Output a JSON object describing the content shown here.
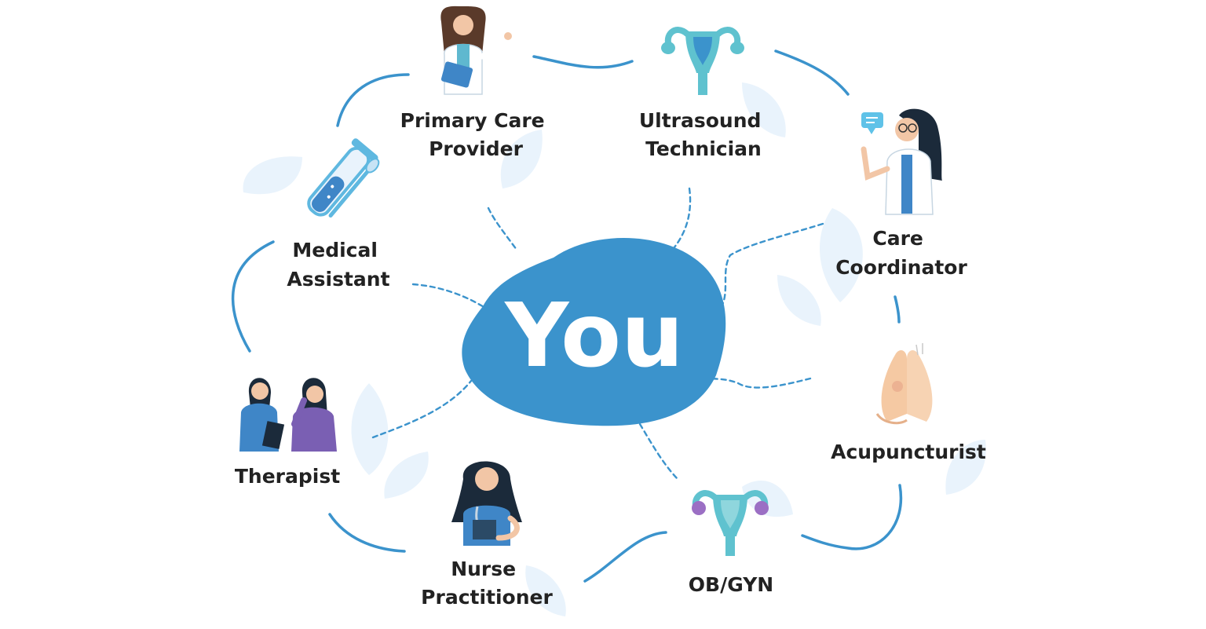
{
  "center": {
    "label": "You"
  },
  "roles": [
    {
      "id": "primary-care-provider",
      "lines": [
        "Primary Care",
        "Provider"
      ],
      "icon": "doctor-pointing-icon"
    },
    {
      "id": "ultrasound-technician",
      "lines": [
        "Ultrasound",
        "Technician"
      ],
      "icon": "uterus-icon"
    },
    {
      "id": "care-coordinator",
      "lines": [
        "Care",
        "Coordinator"
      ],
      "icon": "doctor-chat-icon"
    },
    {
      "id": "acupuncturist",
      "lines": [
        "Acupuncturist"
      ],
      "icon": "acupuncture-hand-icon"
    },
    {
      "id": "ob-gyn",
      "lines": [
        "OB/GYN"
      ],
      "icon": "uterus-icon"
    },
    {
      "id": "nurse-practitioner",
      "lines": [
        "Nurse",
        "Practitioner"
      ],
      "icon": "nurse-icon"
    },
    {
      "id": "therapist",
      "lines": [
        "Therapist"
      ],
      "icon": "therapist-patient-icon"
    },
    {
      "id": "medical-assistant",
      "lines": [
        "Medical",
        "Assistant"
      ],
      "icon": "test-tube-swab-icon"
    }
  ],
  "colors": {
    "center_blob": "#3b93cc",
    "connector": "#3b93cc",
    "leaf_background": "#e9f3fc",
    "label_text": "#222222"
  }
}
